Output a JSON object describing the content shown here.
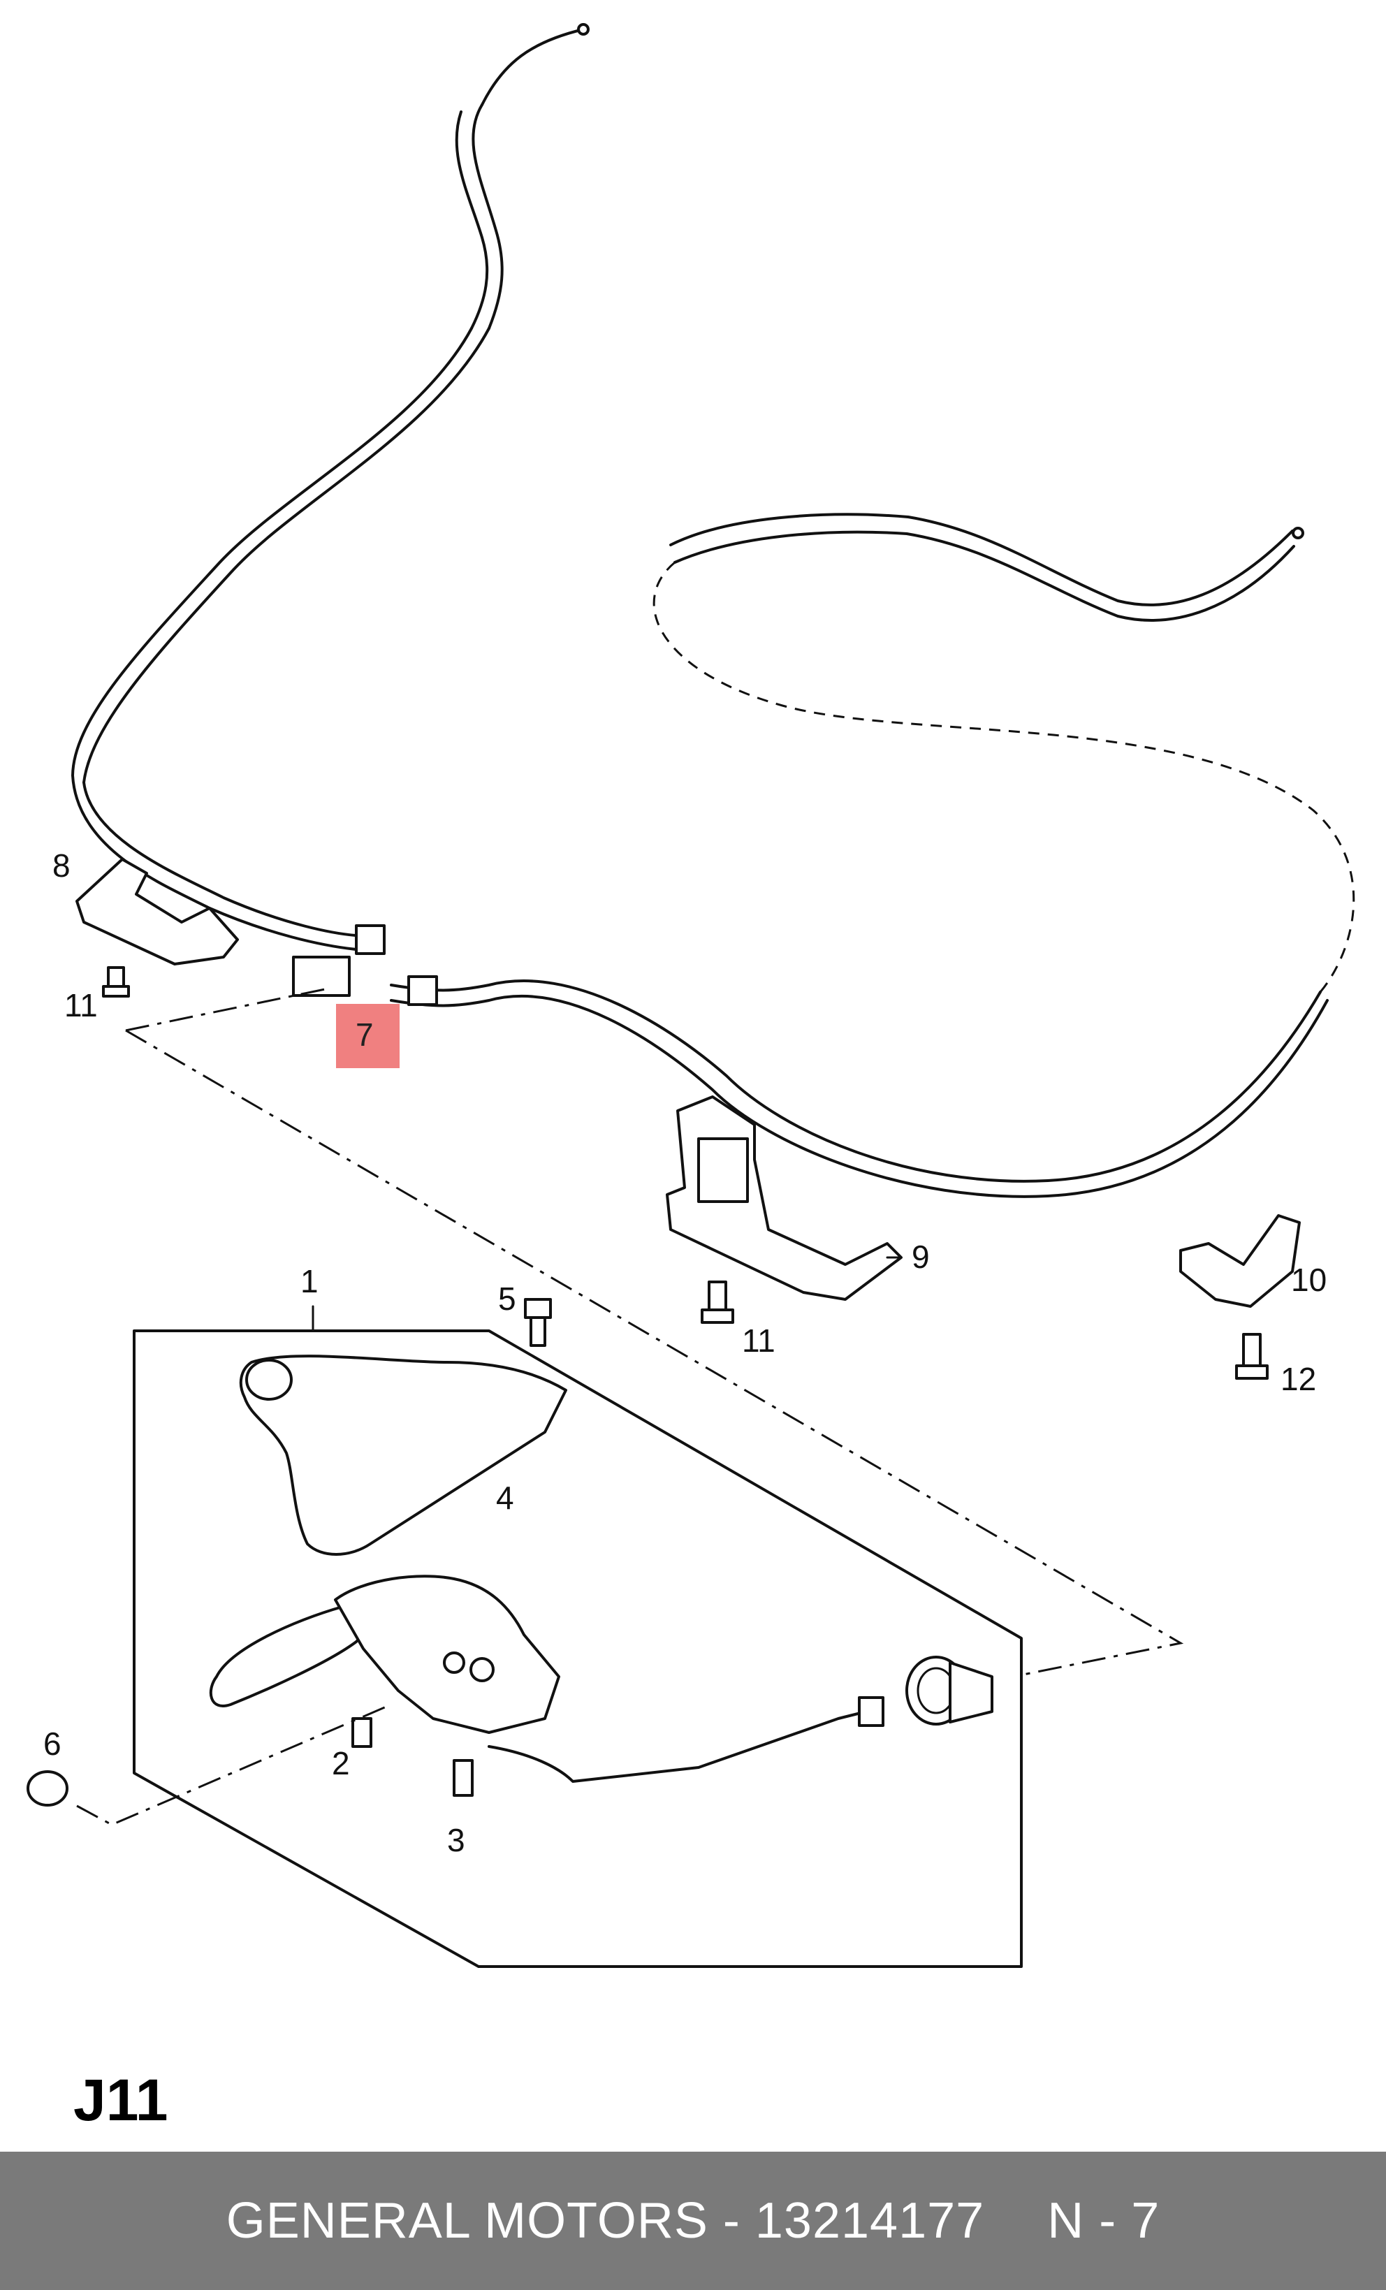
{
  "diagram": {
    "callouts": [
      {
        "id": "c1",
        "label": "1"
      },
      {
        "id": "c2",
        "label": "2"
      },
      {
        "id": "c3",
        "label": "3"
      },
      {
        "id": "c4",
        "label": "4"
      },
      {
        "id": "c5",
        "label": "5"
      },
      {
        "id": "c6",
        "label": "6"
      },
      {
        "id": "c7",
        "label": "7",
        "highlighted": true
      },
      {
        "id": "c8",
        "label": "8"
      },
      {
        "id": "c9",
        "label": "9"
      },
      {
        "id": "c10",
        "label": "10"
      },
      {
        "id": "c11a",
        "label": "11"
      },
      {
        "id": "c11b",
        "label": "11"
      },
      {
        "id": "c12",
        "label": "12"
      }
    ],
    "highlight_color": "#f08080",
    "sheet_code": "J11"
  },
  "footer": {
    "brand": "GENERAL MOTORS",
    "separator": "-",
    "part_number": "13214177",
    "reference": "N - 7",
    "background": "#7a7a7a"
  }
}
